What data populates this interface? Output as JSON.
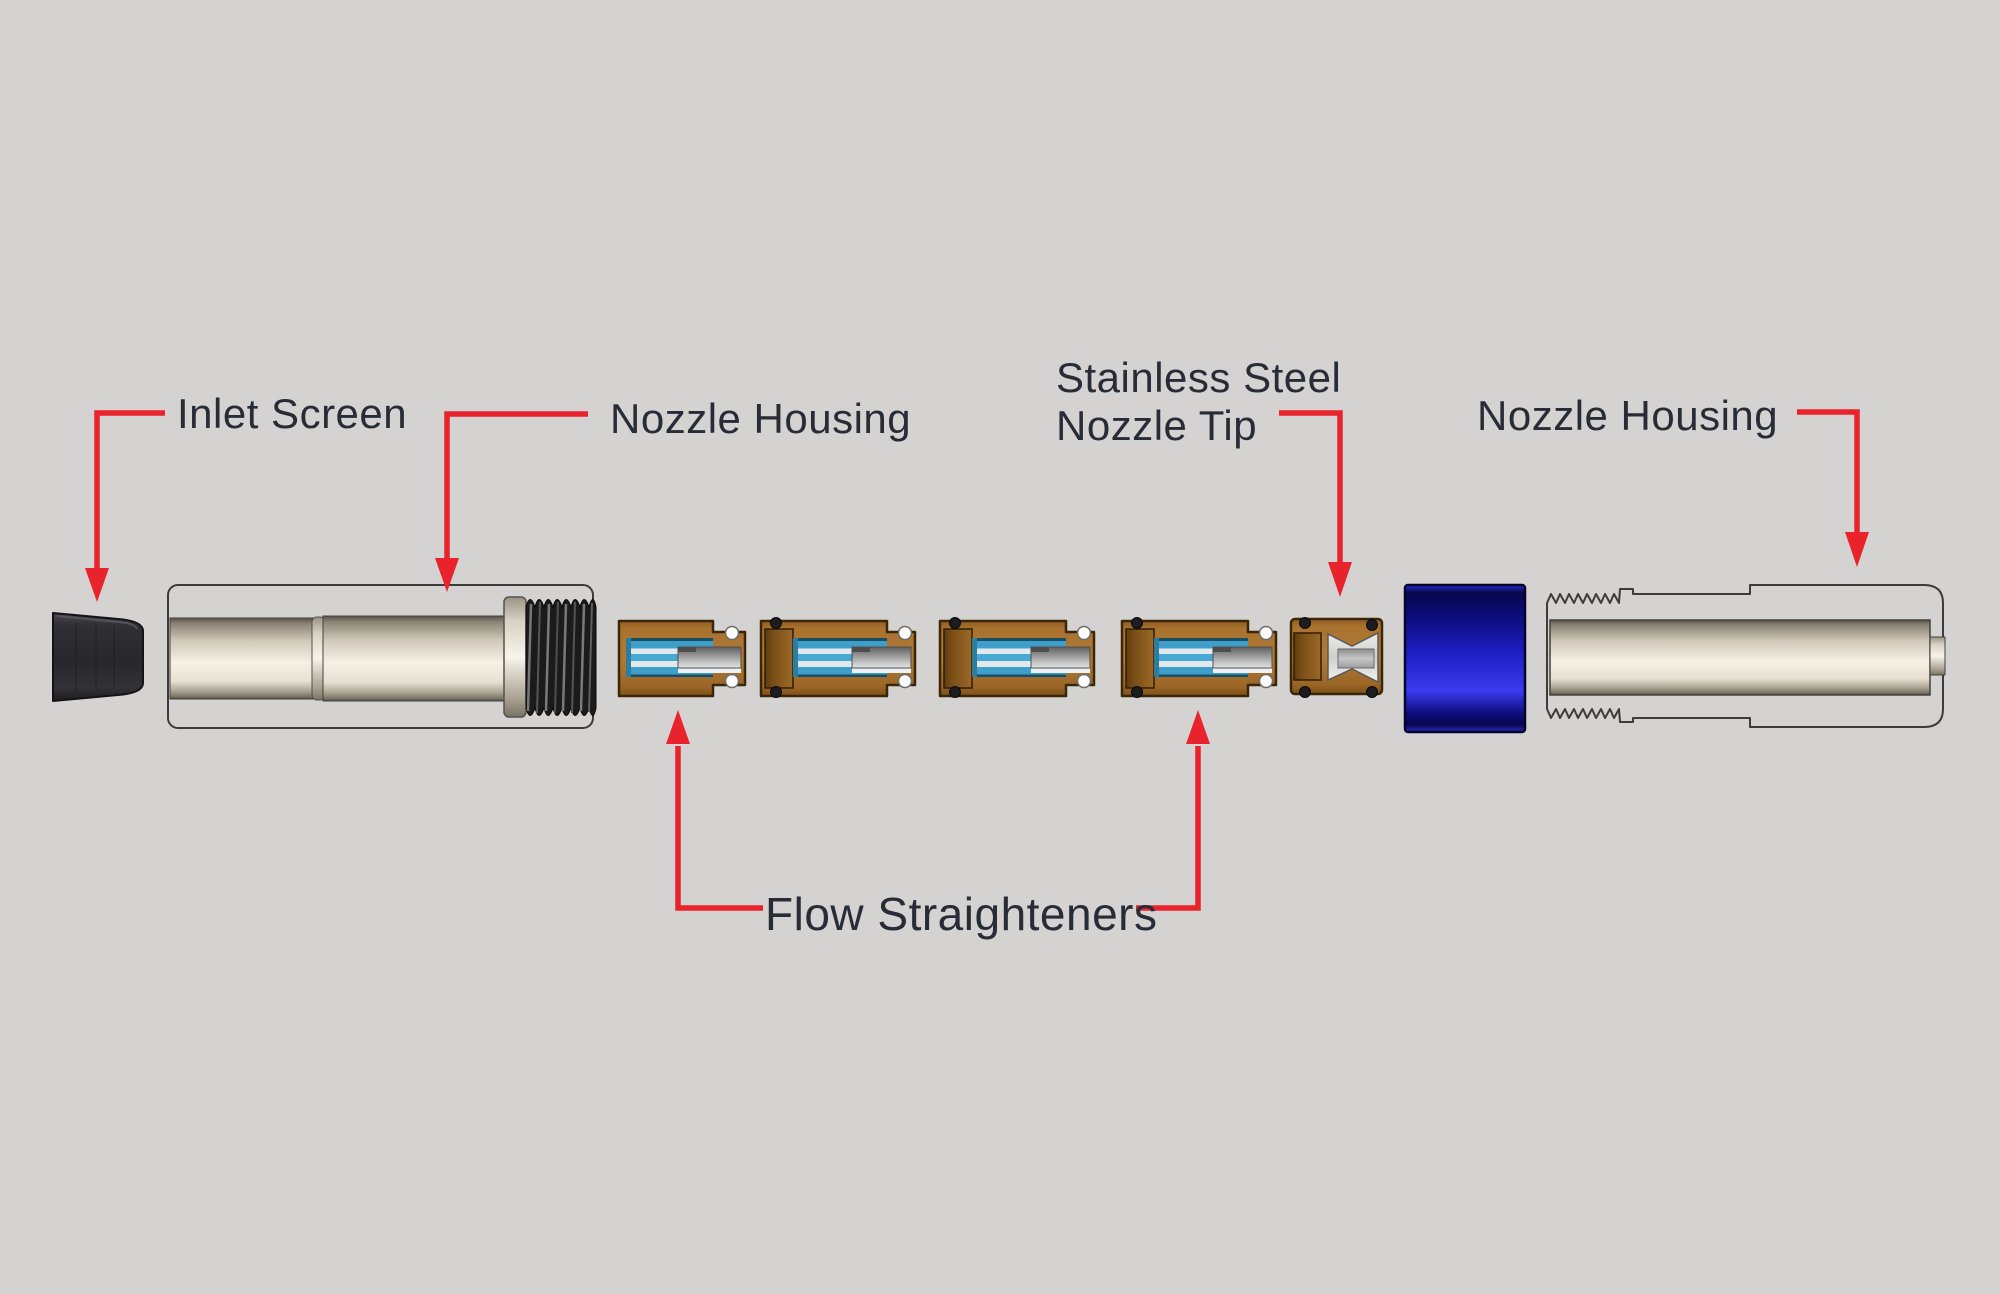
{
  "diagram": {
    "title": "Nozzle assembly exploded-view diagram",
    "labels": {
      "inlet_screen": "Inlet Screen",
      "nozzle_housing_left": "Nozzle Housing",
      "stainless_steel_line1": "Stainless Steel",
      "stainless_steel_line2": "Nozzle Tip",
      "nozzle_housing_right": "Nozzle Housing",
      "flow_straighteners": "Flow Straighteners"
    },
    "colors": {
      "background": "#d4d3d1",
      "label_text": "#282c36",
      "arrow_red": "#e8232b",
      "brass_body": "#a9722e",
      "tube_blue": "#3f9fca",
      "insert_gray": "#b5b5b5",
      "ring_blue": "#1d1dc0",
      "metal_highlight": "#f6f1e6",
      "inlet_screen_black": "#2b2b2e"
    }
  }
}
